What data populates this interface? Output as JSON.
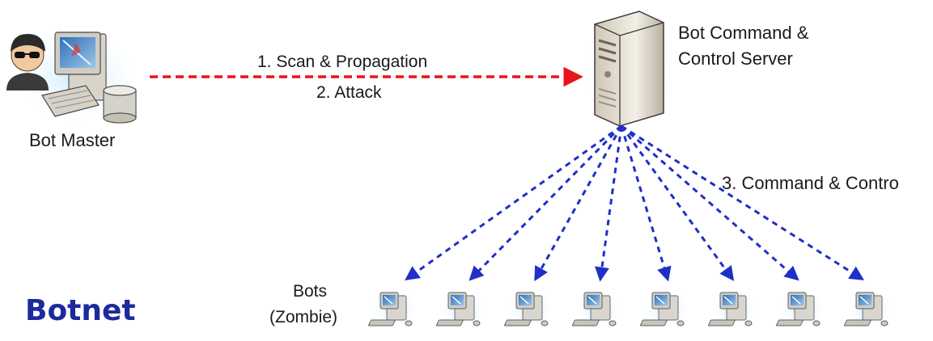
{
  "diagram": {
    "title": "Botnet",
    "bot_master": {
      "label": "Bot Master",
      "icon": "bot-master-workstation-icon"
    },
    "server": {
      "label_line1": "Bot Command &",
      "label_line2": "Control Server",
      "icon": "server-tower-icon"
    },
    "master_to_server": {
      "label_line1": "1. Scan & Propagation",
      "label_line2": "2. Attack",
      "color": "#e8141c"
    },
    "server_to_bots": {
      "label": "3. Command & Contro",
      "color": "#1f2fc8"
    },
    "bots": {
      "label_line1": "Bots",
      "label_line2": "(Zombie)",
      "count": 8,
      "icon": "zombie-computer-icon"
    },
    "colors": {
      "title": "#1e2a9c",
      "attack_arrow": "#e8141c",
      "command_arrow": "#1f2fc8"
    }
  }
}
